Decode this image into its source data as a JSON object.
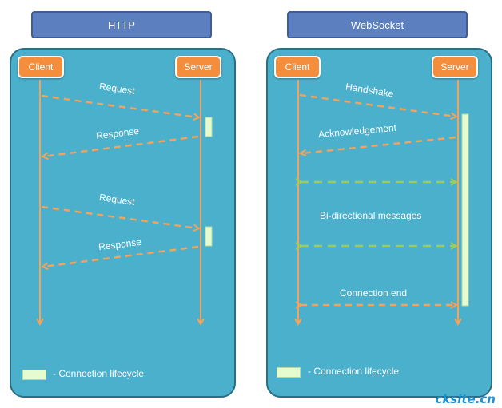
{
  "colors": {
    "title_bg": "#5b7fbf",
    "panel_bg": "#4ab0cc",
    "actor_bg": "#f58e3c",
    "orange_arrow": "#f5a25a",
    "green_arrow": "#9ccc5a",
    "lifecycle": "#e6fbd0"
  },
  "http": {
    "title": "HTTP",
    "client": "Client",
    "server": "Server",
    "messages": [
      "Request",
      "Response",
      "Request",
      "Response"
    ],
    "legend": "- Connection lifecycle"
  },
  "websocket": {
    "title": "WebSocket",
    "client": "Client",
    "server": "Server",
    "messages": [
      "Handshake",
      "Acknowledgement",
      "Bi-directional messages",
      "Connection end"
    ],
    "legend": "- Connection lifecycle"
  },
  "watermark": "cksite.cn"
}
